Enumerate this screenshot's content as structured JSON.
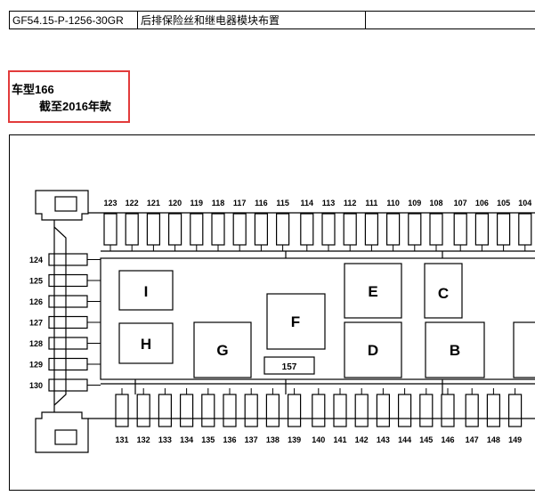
{
  "header": {
    "code": "GF54.15-P-1256-30GR",
    "title": "后排保险丝和继电器模块布置",
    "extra": ""
  },
  "note": {
    "line1": "车型166",
    "line2": "截至2016年款"
  },
  "diagram": {
    "top_fuses": [
      "123",
      "122",
      "121",
      "120",
      "119",
      "118",
      "117",
      "116",
      "115",
      "114",
      "113",
      "112",
      "111",
      "110",
      "109",
      "108",
      "107",
      "106",
      "105",
      "104"
    ],
    "bottom_fuses": [
      "131",
      "132",
      "133",
      "134",
      "135",
      "136",
      "137",
      "138",
      "139",
      "140",
      "141",
      "142",
      "143",
      "144",
      "145",
      "146",
      "147",
      "148",
      "149"
    ],
    "side_fuses": [
      "124",
      "125",
      "126",
      "127",
      "128",
      "129",
      "130"
    ],
    "relays": [
      "I",
      "H",
      "G",
      "F",
      "E",
      "D",
      "C",
      "B"
    ],
    "small_fuse": "157"
  }
}
